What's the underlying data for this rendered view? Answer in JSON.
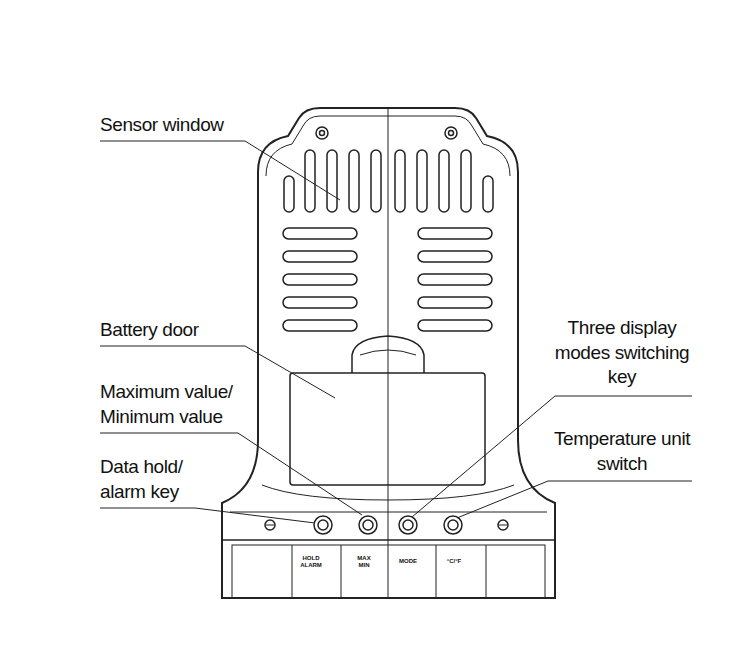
{
  "diagram": {
    "labels": [
      "Sensor window",
      "Battery door",
      "Maximum value/ Minimum value",
      "Data hold/ alarm key",
      "Three display modes switching key",
      "Temperature unit switch",
      "HOLD ALARM",
      "MAX MIN",
      "MODE",
      "°C/°F"
    ]
  }
}
